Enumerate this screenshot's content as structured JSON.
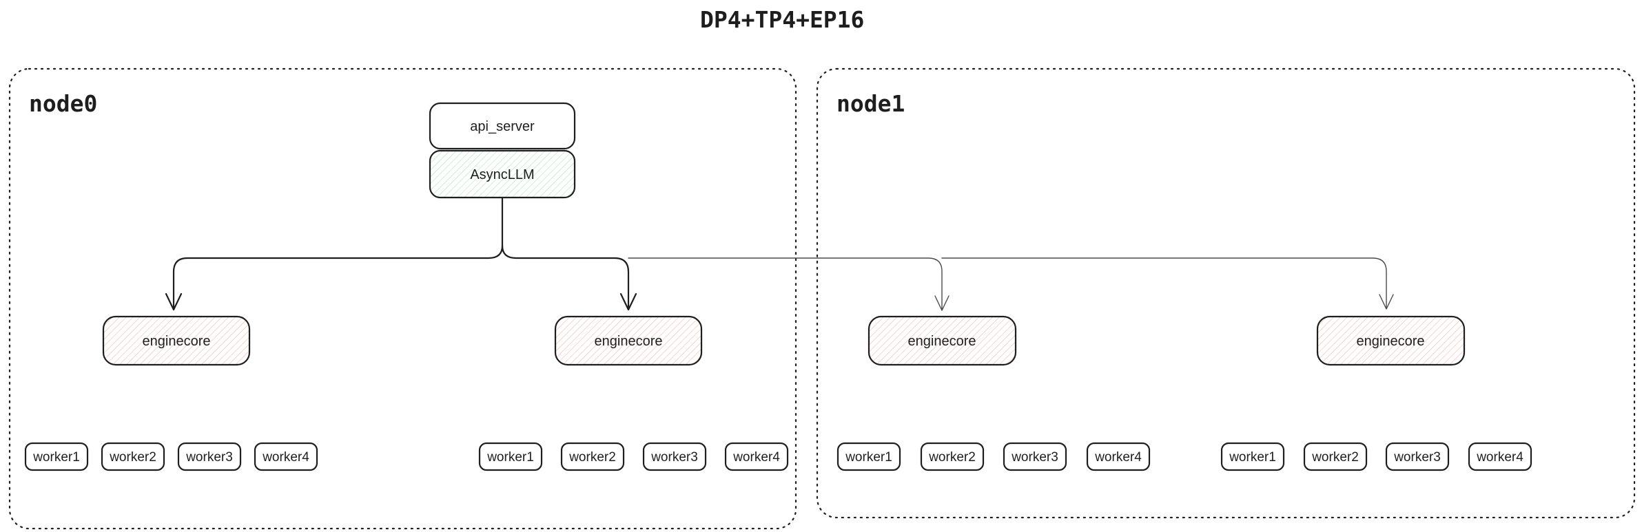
{
  "title": "DP4+TP4+EP16",
  "colors": {
    "stroke": "#1e1e1e",
    "thin_connector": "#4a4a4a",
    "green_hatch": "#a6e7b2",
    "red_hatch": "#f3b7b1",
    "box_fill": "#ffffff"
  },
  "node0": {
    "label": "node0"
  },
  "node1": {
    "label": "node1"
  },
  "api_server": {
    "label": "api_server"
  },
  "async_llm": {
    "label": "AsyncLLM"
  },
  "enginecores": [
    {
      "label": "enginecore"
    },
    {
      "label": "enginecore"
    },
    {
      "label": "enginecore"
    },
    {
      "label": "enginecore"
    }
  ],
  "worker_groups": [
    {
      "workers": [
        "worker1",
        "worker2",
        "worker3",
        "worker4"
      ]
    },
    {
      "workers": [
        "worker1",
        "worker2",
        "worker3",
        "worker4"
      ]
    },
    {
      "workers": [
        "worker1",
        "worker2",
        "worker3",
        "worker4"
      ]
    },
    {
      "workers": [
        "worker1",
        "worker2",
        "worker3",
        "worker4"
      ]
    }
  ]
}
